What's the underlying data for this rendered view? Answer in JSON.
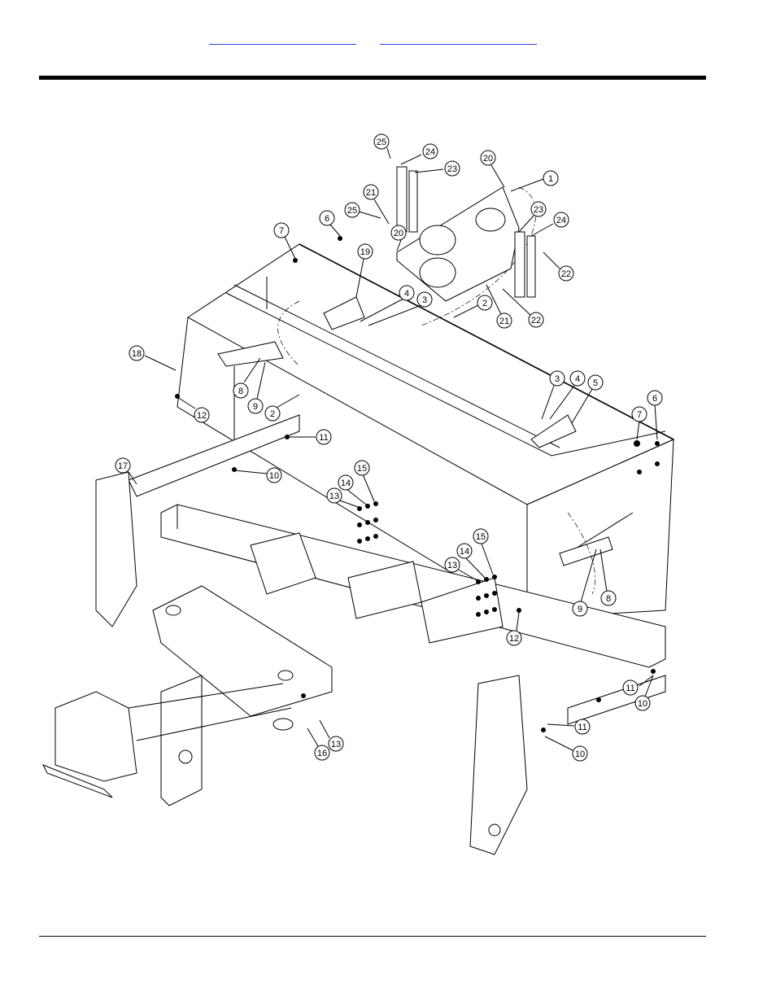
{
  "header": {
    "links": [
      {
        "label": ""
      },
      {
        "label": ""
      }
    ]
  },
  "diagram": {
    "callouts": [
      "1",
      "2",
      "2",
      "3",
      "3",
      "4",
      "4",
      "5",
      "6",
      "6",
      "7",
      "7",
      "8",
      "8",
      "9",
      "9",
      "10",
      "10",
      "10",
      "11",
      "11",
      "11",
      "12",
      "12",
      "13",
      "13",
      "13",
      "14",
      "14",
      "15",
      "15",
      "16",
      "17",
      "18",
      "19",
      "20",
      "20",
      "21",
      "21",
      "22",
      "22",
      "23",
      "23",
      "24",
      "24",
      "25",
      "25"
    ]
  }
}
